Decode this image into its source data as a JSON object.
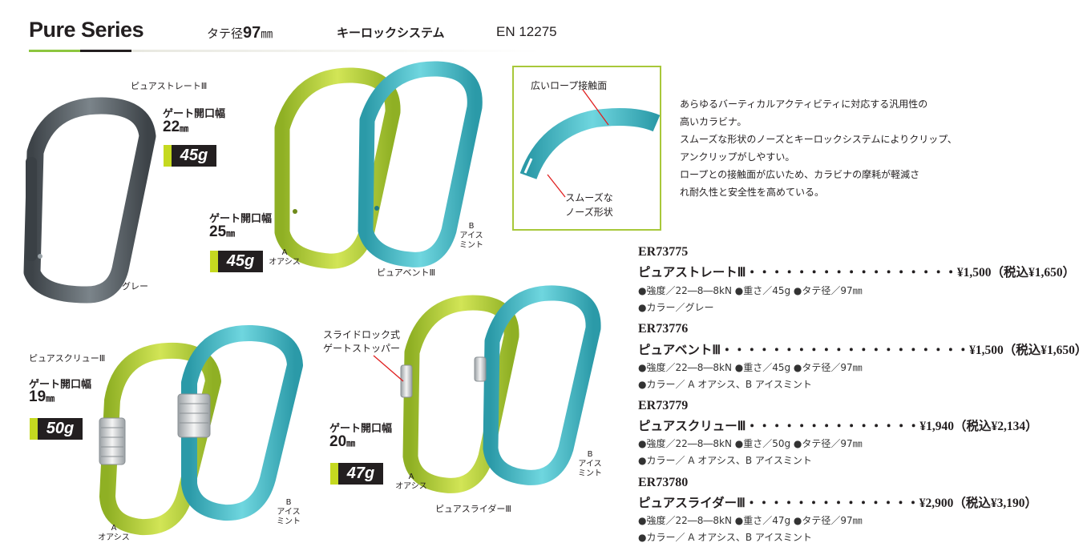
{
  "header": {
    "title": "Pure Series",
    "length_label": "タテ径",
    "length_value": "97",
    "length_unit": "㎜",
    "lock_system": "キーロックシステム",
    "standard": "EN 12275"
  },
  "straight": {
    "name": "ピュアストレートⅢ",
    "gate_label": "ゲート開口幅",
    "gate_value": "22",
    "gate_unit": "㎜",
    "weight": "45g",
    "color_label": "グレー"
  },
  "bent": {
    "gate_label": "ゲート開口幅",
    "gate_value": "25",
    "gate_unit": "㎜",
    "weight": "45g",
    "name": "ピュアベントⅢ",
    "color_a_letter": "A",
    "color_a_name": "オアシス",
    "color_b_letter": "B",
    "color_b_line1": "アイス",
    "color_b_line2": "ミント"
  },
  "detail_box": {
    "callout_top": "広いロープ接触面",
    "callout_bottom_1": "スムーズな",
    "callout_bottom_2": "ノーズ形状"
  },
  "description": [
    "あらゆるバーティカルアクティビティに対応する汎用性の",
    "高いカラビナ。",
    "スムーズな形状のノーズとキーロックシステムによりクリップ、",
    "アンクリップがしやすい。",
    "ロープとの接触面が広いため、カラビナの摩耗が軽減さ",
    "れ耐久性と安全性を高めている。"
  ],
  "screw": {
    "name": "ピュアスクリューⅢ",
    "gate_label": "ゲート開口幅",
    "gate_value": "19",
    "gate_unit": "㎜",
    "weight": "50g",
    "color_a_letter": "A",
    "color_a_name": "オアシス",
    "color_b_letter": "B",
    "color_b_line1": "アイス",
    "color_b_line2": "ミント"
  },
  "slider": {
    "callout_1": "スライドロック式",
    "callout_2": "ゲートストッパー",
    "gate_label": "ゲート開口幅",
    "gate_value": "20",
    "gate_unit": "㎜",
    "weight": "47g",
    "name": "ピュアスライダーⅢ",
    "color_a_letter": "A",
    "color_a_name": "オアシス",
    "color_b_letter": "B",
    "color_b_line1": "アイス",
    "color_b_line2": "ミント"
  },
  "products": [
    {
      "code": "ER73775",
      "name_line": "ピュアストレートⅢ・・・・・・・・・・・・・・・・・¥1,500（税込¥1,650）",
      "spec1": "●強度／22―8―8kN ●重さ／45g ●タテ径／97㎜",
      "spec2": "●カラー／グレー"
    },
    {
      "code": "ER73776",
      "name_line": "ピュアベントⅢ・・・・・・・・・・・・・・・・・・・・¥1,500（税込¥1,650）",
      "spec1": "●強度／22―8―8kN ●重さ／45g ●タテ径／97㎜",
      "spec2": "●カラー／ A オアシス、B アイスミント"
    },
    {
      "code": "ER73779",
      "name_line": "ピュアスクリューⅢ・・・・・・・・・・・・・・¥1,940（税込¥2,134）",
      "spec1": "●強度／22―8―8kN ●重さ／50g ●タテ径／97㎜",
      "spec2": "●カラー／ A オアシス、B アイスミント"
    },
    {
      "code": "ER73780",
      "name_line": "ピュアスライダーⅢ・・・・・・・・・・・・・・¥2,900（税込¥3,190）",
      "spec1": "●強度／22―8―8kN ●重さ／47g ●タテ径／97㎜",
      "spec2": "●カラー／ A オアシス、B アイスミント"
    }
  ],
  "colors": {
    "oasis": "#b7d432",
    "icemint": "#45c0cc",
    "grey": "#5b6369",
    "accent": "#8dc63f",
    "weight_swatch": "#c5d920",
    "callout_line": "#e02020"
  }
}
